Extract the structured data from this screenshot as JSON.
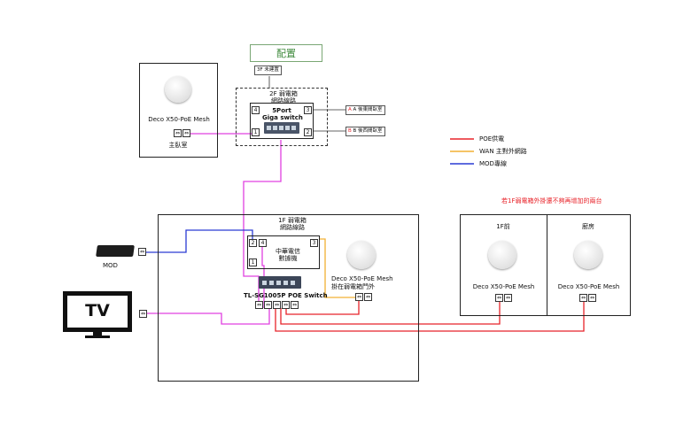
{
  "title": "配置",
  "floor3": "3F 未建置",
  "cabinet2f": {
    "line1": "2F 弱電箱",
    "line2": "網路線路"
  },
  "switch2f": {
    "line1": "5Port",
    "line2": "Giga switch",
    "ports": [
      "4",
      "3",
      "1",
      "2"
    ]
  },
  "port_labels": {
    "a": "A 後東間臥室",
    "b": "B 後西間臥室"
  },
  "master_bedroom": {
    "device": "Deco X50-PoE  Mesh",
    "room": "主臥室"
  },
  "legend": [
    {
      "label": "POE供電",
      "color": "#e8232a"
    },
    {
      "label": "WAN 主對外網路",
      "color": "#f2b134"
    },
    {
      "label": "MOD專線",
      "color": "#2a3bd4"
    }
  ],
  "note": "若1F弱電箱外掛還不夠再增加的兩台",
  "cabinet1f": {
    "line1": "1F 弱電箱",
    "line2": "網路線路"
  },
  "cht_switch": {
    "line1": "中華電信",
    "line2": "數據機",
    "ports": [
      "2",
      "4",
      "1",
      "3"
    ]
  },
  "poe_switch": {
    "name": "TL-SG1005P POE Switch"
  },
  "deco_1f": {
    "line1": "Deco X50-PoE  Mesh",
    "line2": "掛在弱電箱門外"
  },
  "mod": {
    "label": "MOD"
  },
  "tv": {
    "label": "TV"
  },
  "room_1f_front": {
    "title": "1F前",
    "device": "Deco X50-PoE  Mesh"
  },
  "room_kitchen": {
    "title": "廚房",
    "device": "Deco X50-PoE  Mesh"
  }
}
